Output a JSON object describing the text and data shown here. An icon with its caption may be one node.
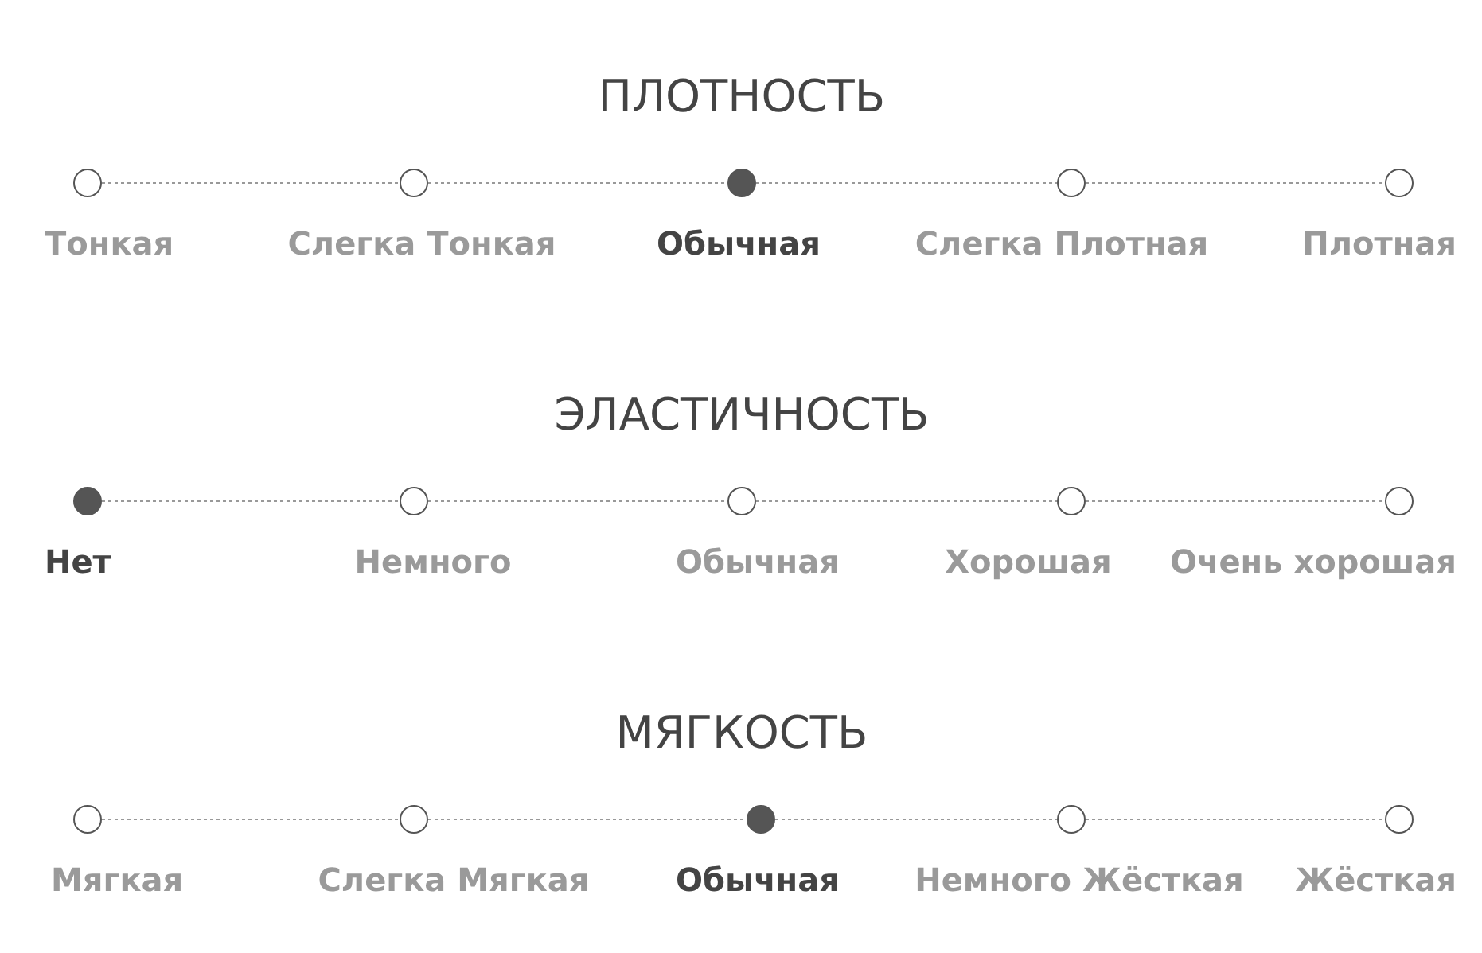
{
  "diagram": {
    "nodes": [
      {
        "text": [
          "Тонкая"
        ]
      },
      {
        "text": [
          "Слегка Тонкая"
        ]
      },
      {
        "text": [
          "Обычная"
        ]
      },
      {
        "text": [
          "Слегка Плотная"
        ]
      },
      {
        "text": [
          "Плотная"
        ]
      },
      {
        "text": [
          "Нет"
        ]
      },
      {
        "text": [
          "Немного"
        ]
      },
      {
        "text": [
          "Обычная"
        ]
      },
      {
        "text": [
          "Хорошая"
        ]
      },
      {
        "text": [
          "Очень хорошая"
        ]
      },
      {
        "text": [
          "Мягкая"
        ]
      },
      {
        "text": [
          "Слегка Мягкая"
        ]
      },
      {
        "text": [
          "Обычная"
        ]
      },
      {
        "text": [
          "Немного Жёсткая"
        ]
      },
      {
        "text": [
          "Жёсткая"
        ]
      }
    ],
    "edges": [
      {
        "from": 0,
        "to": 1,
        "arrow": "none",
        "style": "dashed"
      },
      {
        "from": 1,
        "to": 2,
        "arrow": "none",
        "style": "dashed"
      },
      {
        "from": 2,
        "to": 3,
        "arrow": "none",
        "style": "dashed"
      },
      {
        "from": 3,
        "to": 4,
        "arrow": "none",
        "style": "dashed"
      },
      {
        "from": 5,
        "to": 6,
        "arrow": "none",
        "style": "dashed"
      },
      {
        "from": 6,
        "to": 7,
        "arrow": "none",
        "style": "dashed"
      },
      {
        "from": 7,
        "to": 8,
        "arrow": "none",
        "style": "dashed"
      },
      {
        "from": 8,
        "to": 9,
        "arrow": "none",
        "style": "dashed"
      },
      {
        "from": 10,
        "to": 11,
        "arrow": "none",
        "style": "dashed"
      },
      {
        "from": 11,
        "to": 12,
        "arrow": "none",
        "style": "dashed"
      },
      {
        "from": 12,
        "to": 13,
        "arrow": "none",
        "style": "dashed"
      },
      {
        "from": 13,
        "to": 14,
        "arrow": "none",
        "style": "dashed"
      }
    ],
    "labels": [
      "ПЛОТНОСТЬ",
      "ЭЛАСТИЧНОСТЬ",
      "МЯГКОСТЬ"
    ]
  }
}
